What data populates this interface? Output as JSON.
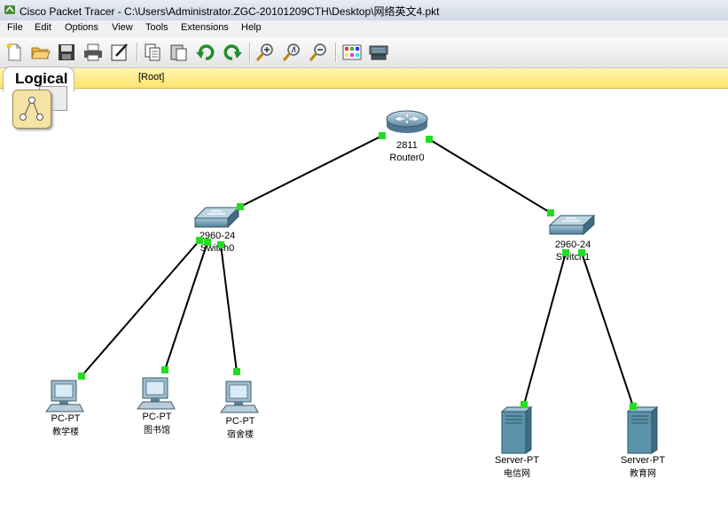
{
  "window": {
    "title": "Cisco Packet Tracer - C:\\Users\\Administrator.ZGC-20101209CTH\\Desktop\\网络英文4.pkt"
  },
  "menu": [
    "File",
    "Edit",
    "Options",
    "View",
    "Tools",
    "Extensions",
    "Help"
  ],
  "toolbar": {
    "icons": [
      "new-file-icon",
      "open-folder-icon",
      "save-icon",
      "print-icon",
      "activity-wizard-icon",
      "copy-icon",
      "paste-icon",
      "undo-icon",
      "redo-icon",
      "zoom-in-icon",
      "zoom-reset-icon",
      "zoom-out-icon",
      "palette-icon",
      "custom-device-icon"
    ]
  },
  "workspace": {
    "mode_label": "Logical",
    "breadcrumb": "[Root]"
  },
  "devices": {
    "router0": {
      "model": "2811",
      "name": "Router0"
    },
    "switch0": {
      "model": "2960-24",
      "name": "Switch0"
    },
    "switch1": {
      "model": "2960-24",
      "name": "Switch1"
    },
    "pc1": {
      "type": "PC-PT",
      "label": "教学楼"
    },
    "pc2": {
      "type": "PC-PT",
      "label": "图书馆"
    },
    "pc3": {
      "type": "PC-PT",
      "label": "宿舍楼"
    },
    "server1": {
      "type": "Server-PT",
      "label": "电信网"
    },
    "server2": {
      "type": "Server-PT",
      "label": "教育网"
    }
  },
  "colors": {
    "link_up": "#22dd22",
    "link": "#000000",
    "logical_bar": "#ffe36a"
  }
}
